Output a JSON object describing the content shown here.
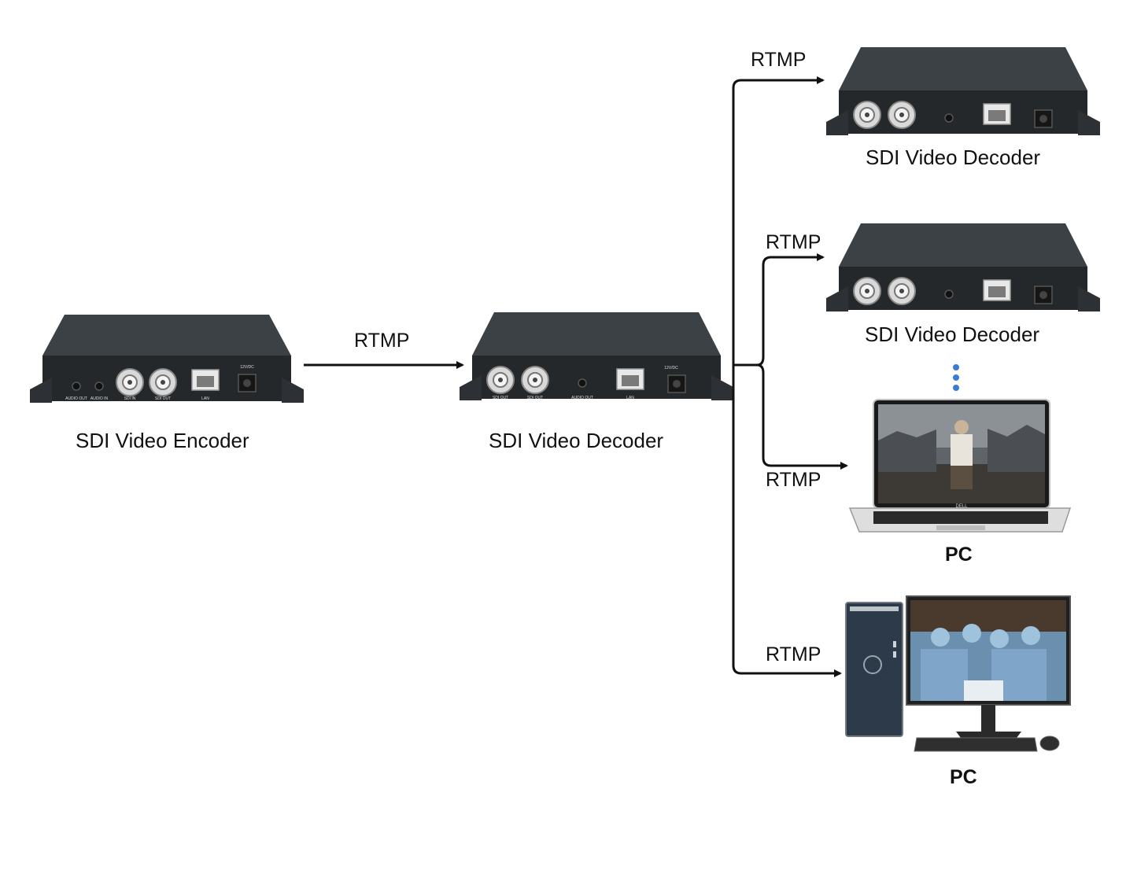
{
  "encoder": {
    "label": "SDI Video Encoder",
    "ports": [
      "AUDIO OUT",
      "AUDIO IN",
      "SDI IN",
      "SDI OUT",
      "LAN"
    ],
    "power": "12V/DC"
  },
  "decoder_main": {
    "label": "SDI Video Decoder",
    "ports": [
      "SDI OUT",
      "SDI OUT",
      "AUDIO OUT",
      "LAN"
    ],
    "power": "12V/DC"
  },
  "decoder_top": {
    "label": "SDI Video Decoder"
  },
  "decoder_mid": {
    "label": "SDI Video Decoder"
  },
  "laptop": {
    "label": "PC",
    "brand": "DELL"
  },
  "desktop": {
    "label": "PC"
  },
  "links": {
    "enc_to_dec": "RTMP",
    "to_decoder_top": "RTMP",
    "to_decoder_mid": "RTMP",
    "to_laptop": "RTMP",
    "to_desktop": "RTMP"
  },
  "colors": {
    "device_body": "#34393d",
    "device_front": "#25292c",
    "arrow": "#111111"
  },
  "icons": [
    "encoder-device-icon",
    "decoder-device-icon",
    "laptop-icon",
    "desktop-computer-icon",
    "ellipsis-dots-icon"
  ]
}
